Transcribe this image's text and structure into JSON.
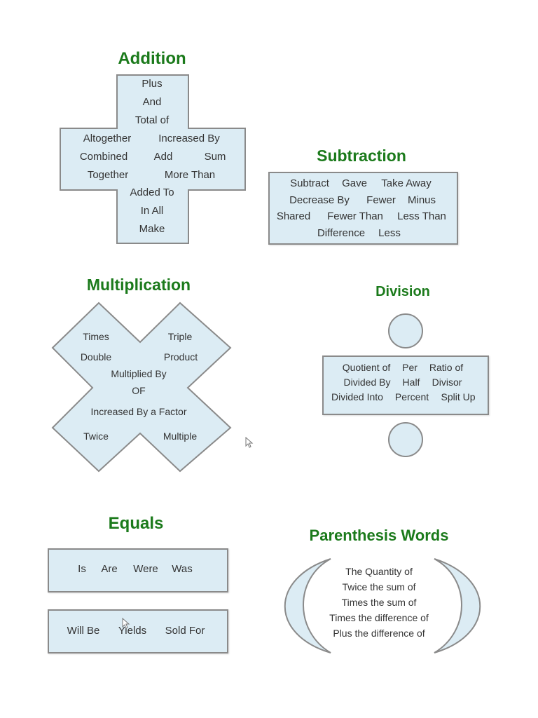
{
  "addition": {
    "title": "Addition",
    "words": [
      "Plus",
      "And",
      "Total of",
      "Altogether",
      "Increased By",
      "Combined",
      "Add",
      "Sum",
      "Together",
      "More Than",
      "Added To",
      "In All",
      "Make"
    ]
  },
  "subtraction": {
    "title": "Subtraction",
    "words": [
      "Subtract",
      "Gave",
      "Take Away",
      "Decrease By",
      "Fewer",
      "Minus",
      "Shared",
      "Fewer Than",
      "Less Than",
      "Difference",
      "Less"
    ]
  },
  "multiplication": {
    "title": "Multiplication",
    "words": [
      "Times",
      "Triple",
      "Double",
      "Product",
      "Multiplied By",
      "OF",
      "Increased By a Factor",
      "Twice",
      "Multiple"
    ]
  },
  "division": {
    "title": "Division",
    "words": [
      "Quotient of",
      "Per",
      "Ratio of",
      "Divided By",
      "Half",
      "Divisor",
      "Divided Into",
      "Percent",
      "Split Up"
    ]
  },
  "equals": {
    "title": "Equals",
    "words": [
      "Is",
      "Are",
      "Were",
      "Was",
      "Will Be",
      "Yields",
      "Sold For"
    ]
  },
  "parenthesis": {
    "title": "Parenthesis Words",
    "words": [
      "The Quantity of",
      "Twice the sum of",
      "Times the sum of",
      "Times the difference of",
      "Plus the difference of"
    ]
  }
}
